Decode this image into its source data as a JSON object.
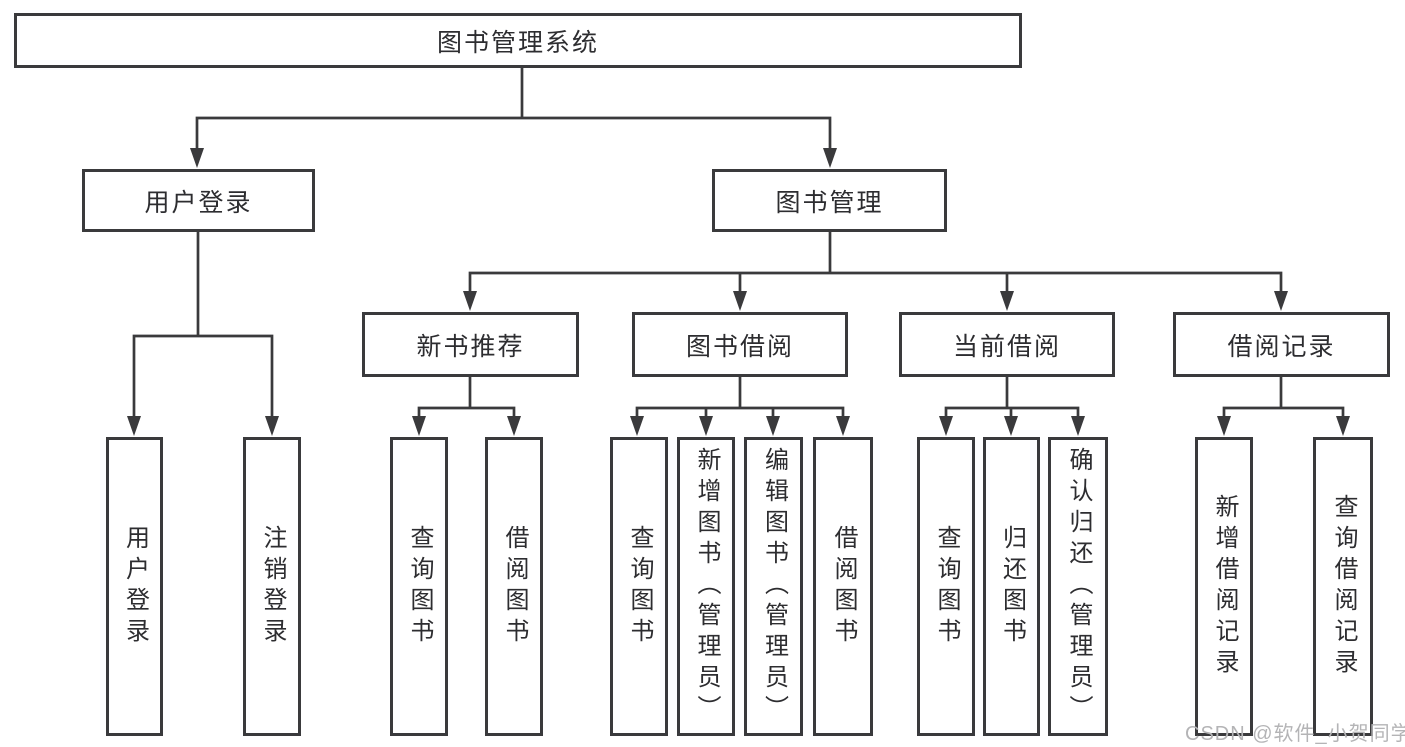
{
  "diagram": {
    "root": {
      "label": "图书管理系统"
    },
    "branches": [
      {
        "label": "用户登录",
        "children": [
          {
            "label": "用户登录"
          },
          {
            "label": "注销登录"
          }
        ]
      },
      {
        "label": "图书管理",
        "children": [
          {
            "label": "新书推荐",
            "children": [
              {
                "label": "查询图书"
              },
              {
                "label": "借阅图书"
              }
            ]
          },
          {
            "label": "图书借阅",
            "children": [
              {
                "label": "查询图书"
              },
              {
                "label": "新增图书（管理员）"
              },
              {
                "label": "编辑图书（管理员）"
              },
              {
                "label": "借阅图书"
              }
            ]
          },
          {
            "label": "当前借阅",
            "children": [
              {
                "label": "查询图书"
              },
              {
                "label": "归还图书"
              },
              {
                "label": "确认归还（管理员）"
              }
            ]
          },
          {
            "label": "借阅记录",
            "children": [
              {
                "label": "新增借阅记录"
              },
              {
                "label": "查询借阅记录"
              }
            ]
          }
        ]
      }
    ]
  },
  "watermark": {
    "text": "CSDN @软件_小贺同学"
  },
  "colors": {
    "line": "#3a3a3c",
    "node_border": "#3a3a3c",
    "text": "#2d2d30",
    "watermark": "#b4b4b6",
    "background": "#ffffff"
  }
}
